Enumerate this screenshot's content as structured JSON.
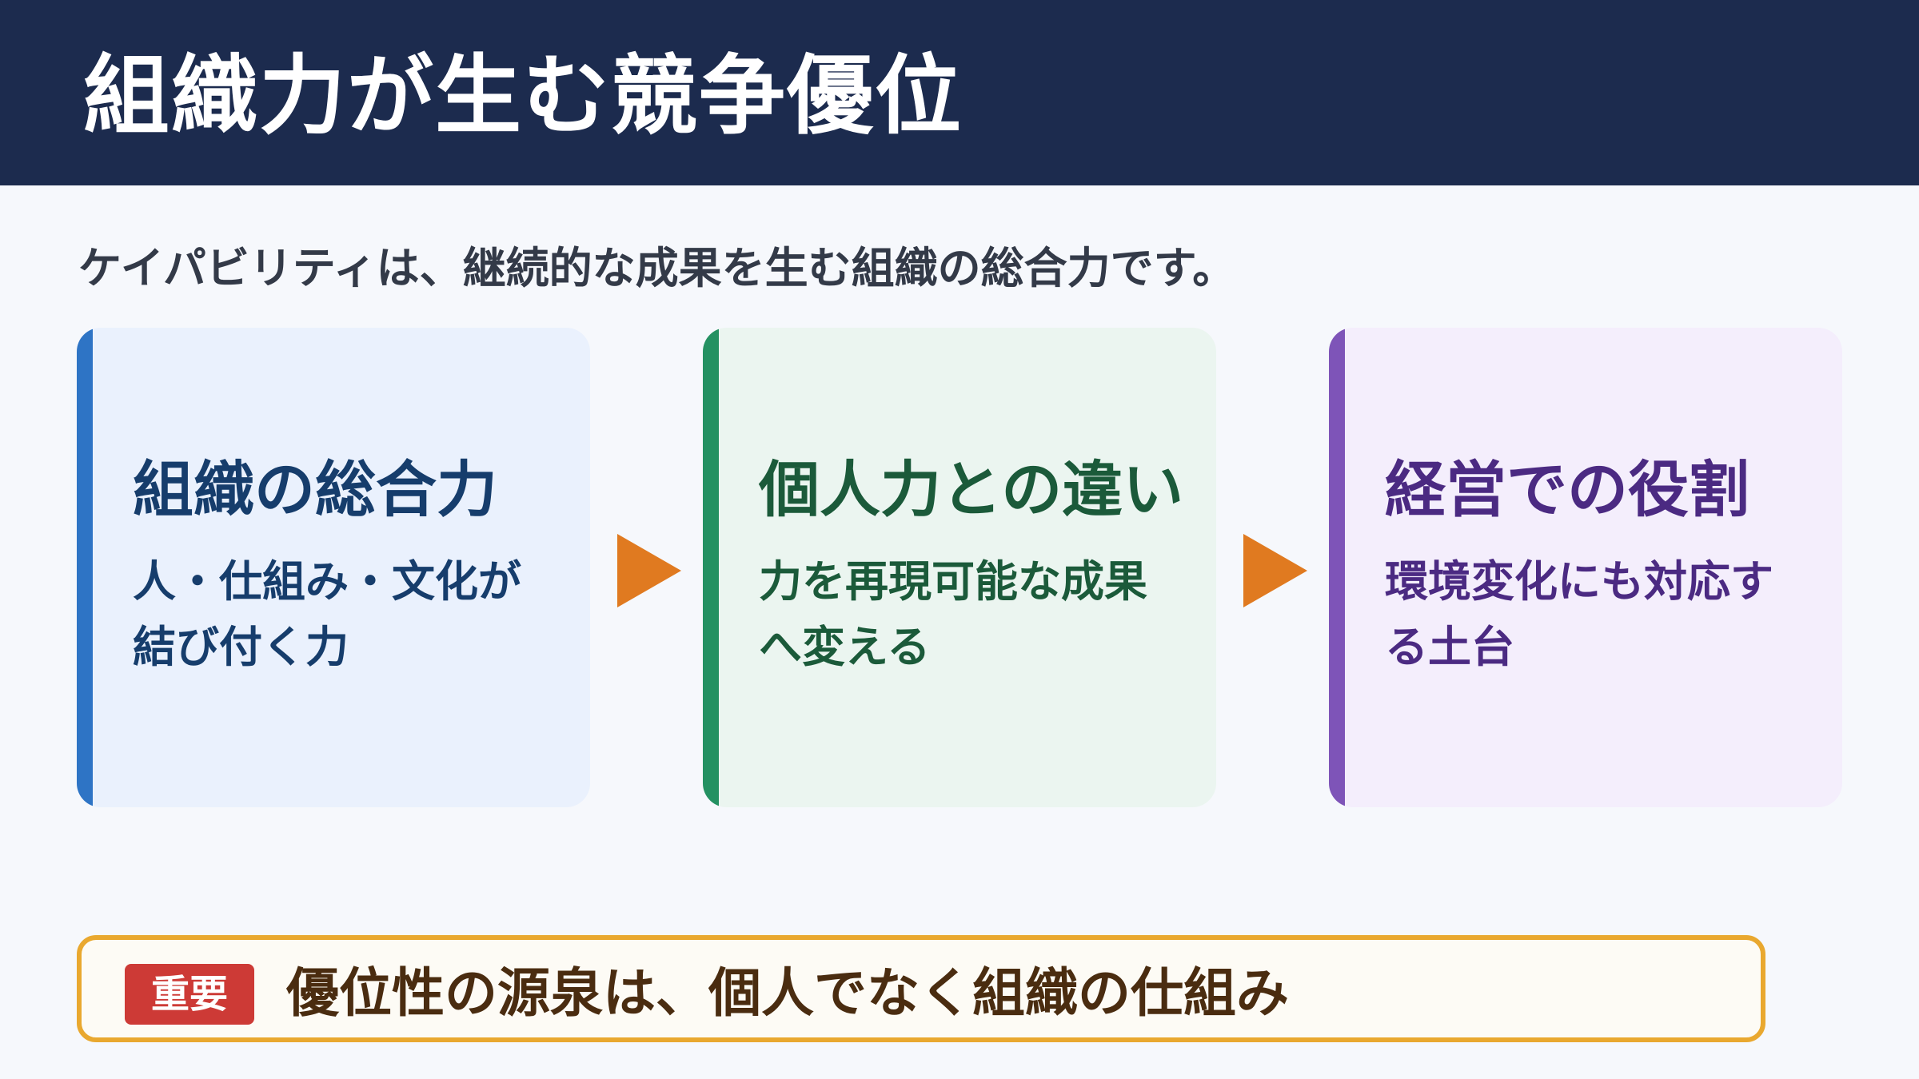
{
  "header": {
    "title": "組織力が生む競争優位"
  },
  "subtitle": "ケイパビリティは、継続的な成果を生む組織の総合力です。",
  "cards": [
    {
      "title": "組織の総合力",
      "body": "人・仕組み・文化が結び付く力",
      "accent": "#2e74c5"
    },
    {
      "title": "個人力との違い",
      "body": "力を再現可能な成果へ変える",
      "accent": "#249162"
    },
    {
      "title": "経営での役割",
      "body": "環境変化にも対応する土台",
      "accent": "#7e54b8"
    }
  ],
  "arrow_color": "#e07a20",
  "callout": {
    "badge": "重要",
    "text": "優位性の源泉は、個人でなく組織の仕組み",
    "badge_color": "#cd3a36",
    "border_color": "#e9a82f"
  }
}
